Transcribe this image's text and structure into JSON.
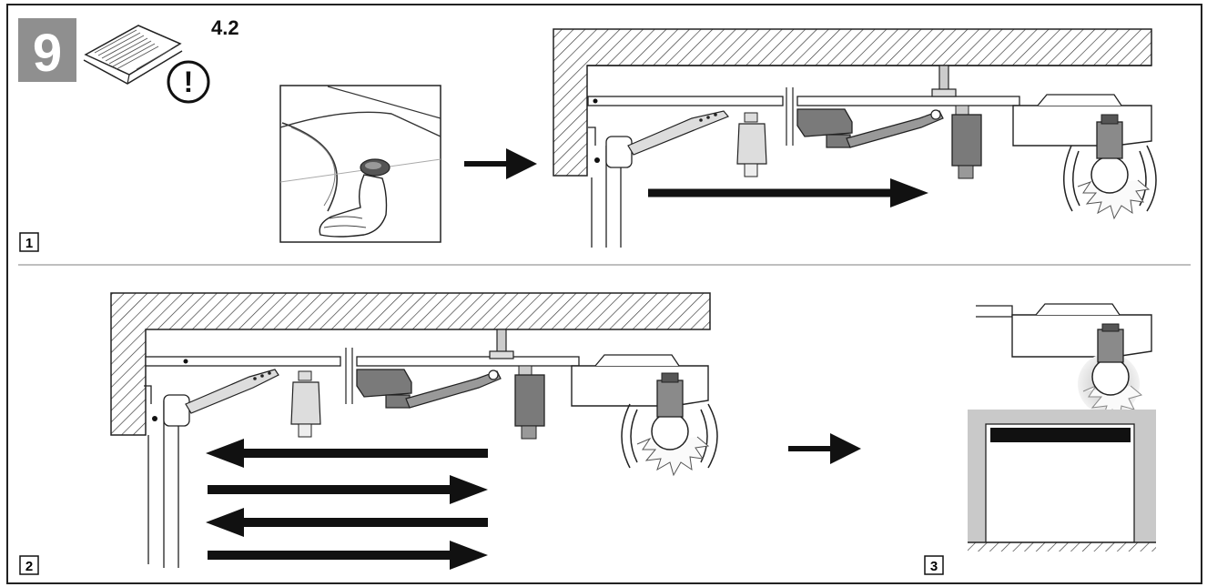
{
  "step": {
    "number": "9",
    "manual_ref": "4.2",
    "alert_glyph": "!"
  },
  "panels": [
    {
      "label": "1"
    },
    {
      "label": "2"
    },
    {
      "label": "3"
    }
  ],
  "icons": [
    "manual-book-icon",
    "exclamation-icon",
    "light-bulb-icon",
    "garage-door-icon"
  ],
  "colors": {
    "step_badge": "#8f8f8f",
    "ink": "#111111",
    "mechanism_dark": "#7a7a7a",
    "glow": "#d9d9d9",
    "door_frame": "#c9c9c9"
  }
}
